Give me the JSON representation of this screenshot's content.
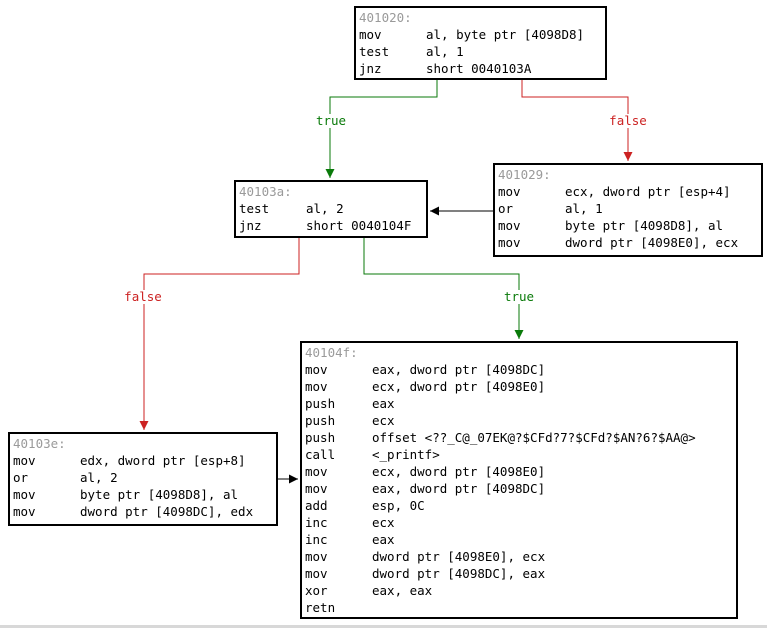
{
  "blocks": [
    {
      "id": "b401020",
      "addr": "401020:",
      "lines": [
        {
          "m": "mov",
          "o": "al, byte ptr [4098D8]"
        },
        {
          "m": "test",
          "o": "al, 1"
        },
        {
          "m": "jnz",
          "o": "short 0040103A"
        }
      ]
    },
    {
      "id": "b401029",
      "addr": "401029:",
      "lines": [
        {
          "m": "mov",
          "o": "ecx, dword ptr [esp+4]"
        },
        {
          "m": "or",
          "o": "al, 1"
        },
        {
          "m": "mov",
          "o": "byte ptr [4098D8], al"
        },
        {
          "m": "mov",
          "o": "dword ptr [4098E0], ecx"
        }
      ]
    },
    {
      "id": "b40103a",
      "addr": "40103a:",
      "lines": [
        {
          "m": "test",
          "o": "al, 2"
        },
        {
          "m": "jnz",
          "o": "short 0040104F"
        }
      ]
    },
    {
      "id": "b40103e",
      "addr": "40103e:",
      "lines": [
        {
          "m": "mov",
          "o": "edx, dword ptr [esp+8]"
        },
        {
          "m": "or",
          "o": "al, 2"
        },
        {
          "m": "mov",
          "o": "byte ptr [4098D8], al"
        },
        {
          "m": "mov",
          "o": "dword ptr [4098DC], edx"
        }
      ]
    },
    {
      "id": "b40104f",
      "addr": "40104f:",
      "lines": [
        {
          "m": "mov",
          "o": "eax, dword ptr [4098DC]"
        },
        {
          "m": "mov",
          "o": "ecx, dword ptr [4098E0]"
        },
        {
          "m": "push",
          "o": "eax"
        },
        {
          "m": "push",
          "o": "ecx"
        },
        {
          "m": "push",
          "o": "offset <??_C@_07EK@?$CFd?7?$CFd?$AN?6?$AA@>"
        },
        {
          "m": "call",
          "o": "<_printf>"
        },
        {
          "m": "mov",
          "o": "ecx, dword ptr [4098E0]"
        },
        {
          "m": "mov",
          "o": "eax, dword ptr [4098DC]"
        },
        {
          "m": "add",
          "o": "esp, 0C"
        },
        {
          "m": "inc",
          "o": "ecx"
        },
        {
          "m": "inc",
          "o": "eax"
        },
        {
          "m": "mov",
          "o": "dword ptr [4098E0], ecx"
        },
        {
          "m": "mov",
          "o": "dword ptr [4098DC], eax"
        },
        {
          "m": "xor",
          "o": "eax, eax"
        },
        {
          "m": "retn",
          "o": ""
        }
      ]
    }
  ],
  "edges": [
    {
      "id": "e-401020-true",
      "label": "true",
      "kind": "true",
      "color": "#0a7a0a"
    },
    {
      "id": "e-401020-false",
      "label": "false",
      "kind": "false",
      "color": "#cc2222"
    },
    {
      "id": "e-401029-fall",
      "label": "",
      "kind": "plain",
      "color": "#000000"
    },
    {
      "id": "e-40103a-false",
      "label": "false",
      "kind": "false",
      "color": "#cc2222"
    },
    {
      "id": "e-40103a-true",
      "label": "true",
      "kind": "true",
      "color": "#0a7a0a"
    },
    {
      "id": "e-40103e-fall",
      "label": "",
      "kind": "plain",
      "color": "#000000"
    }
  ]
}
